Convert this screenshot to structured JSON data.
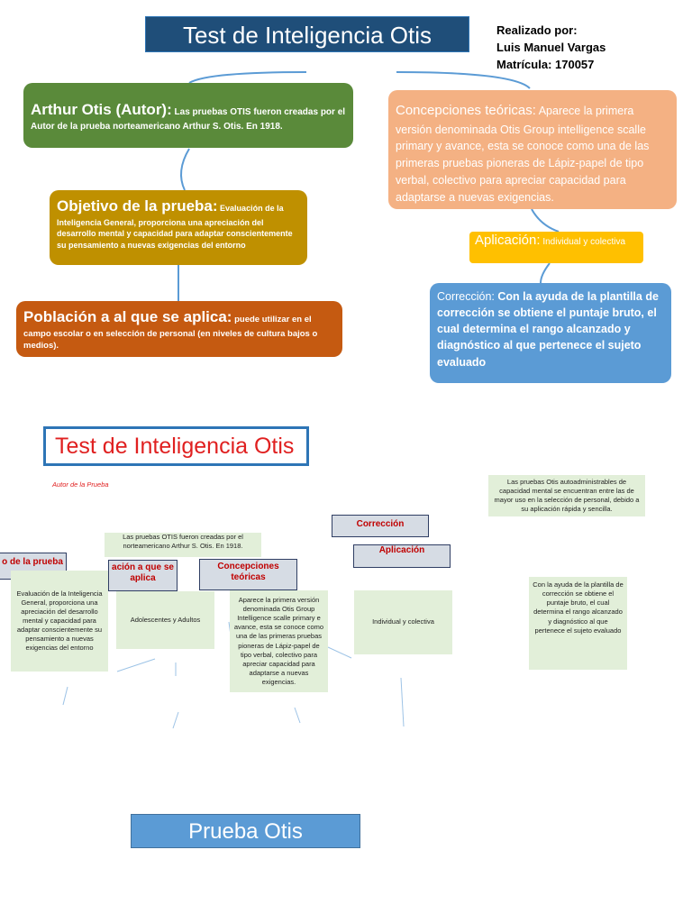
{
  "top": {
    "title": "Test de Inteligencia Otis",
    "realizado": [
      "Realizado por:",
      "Luis Manuel Vargas",
      "Matrícula: 170057"
    ],
    "autor": {
      "head": "Arthur Otis (Autor):",
      "body": " Las pruebas OTIS fueron creadas por el Autor de la prueba norteamericano Arthur S. Otis. En 1918."
    },
    "concepciones": {
      "head": "Concepciones teóricas:",
      "body": " Aparece la primera versión denominada Otis Group intelligence scalle primary y avance, esta se conoce como una de las primeras pruebas pioneras de  Lápiz-papel de tipo verbal, colectivo para apreciar capacidad para adaptarse a nuevas exigencias."
    },
    "objetivo": {
      "head": "Objetivo de la prueba:",
      "body": " Evaluación de la Inteligencia General, proporciona una apreciación del desarrollo mental y capacidad para adaptar conscientemente su pensamiento a nuevas exigencias del entorno"
    },
    "aplicacion": {
      "head": "Aplicación:",
      "body": " Individual y colectiva"
    },
    "poblacion": {
      "head": "Población a al que se aplica:",
      "body": " puede utilizar en el campo escolar o en selección de personal (en niveles de cultura bajos o medios)."
    },
    "correccion": {
      "head": "Corrección:",
      "body": " Con la ayuda de la plantilla de corrección se obtiene el puntaje bruto, el cual determina el rango alcanzado y diagnóstico al que pertenece el sujeto evaluado"
    },
    "colors": {
      "title": "#1f4e79",
      "autor": "#5a8a3a",
      "concepciones": "#f4b183",
      "objetivo": "#bf9000",
      "aplicacion": "#ffc000",
      "poblacion": "#c55a11",
      "correccion": "#5b9bd5"
    }
  },
  "bottom": {
    "title": "Test de Inteligencia Otis",
    "autor_label": "Autor de la Prueba",
    "autor_text": "Las pruebas OTIS fueron creadas por el norteamericano Arthur S. Otis. En 1918.",
    "objetivo_head": "o de la prueba",
    "objetivo_text": "Evaluación de la Inteligencia General, proporciona una apreciación del desarrollo mental y capacidad para adaptar conscientemente su pensamiento a nuevas exigencias del entorno",
    "poblacion_head": "ación a que se aplica",
    "poblacion_text": "Adolescentes y Adultos",
    "concepciones_head": "Concepciones teóricas",
    "concepciones_text": "Aparece la primera versión denominada Otis Group Intelligence scalle primary e avance, esta se conoce como una de las primeras pruebas pioneras de Lápiz-papel de tipo verbal, colectivo para apreciar capacidad para adaptarse a nuevas exigencias.",
    "correccion_head": "Corrección",
    "aplicacion_head": "Aplicación",
    "aplicacion_text": "Individual y colectiva",
    "otis_text": "Las pruebas Otis autoadministrables de capacidad mental se encuentran entre las de mayor uso en la selección de personal, debido a su aplicación rápida y sencilla.",
    "correccion_text": "Con la ayuda de la plantilla de corrección se obtiene el puntaje bruto, el cual determina el rango alcanzado y diagnóstico al que pertenece el sujeto evaluado",
    "footer": "Prueba Otis"
  }
}
